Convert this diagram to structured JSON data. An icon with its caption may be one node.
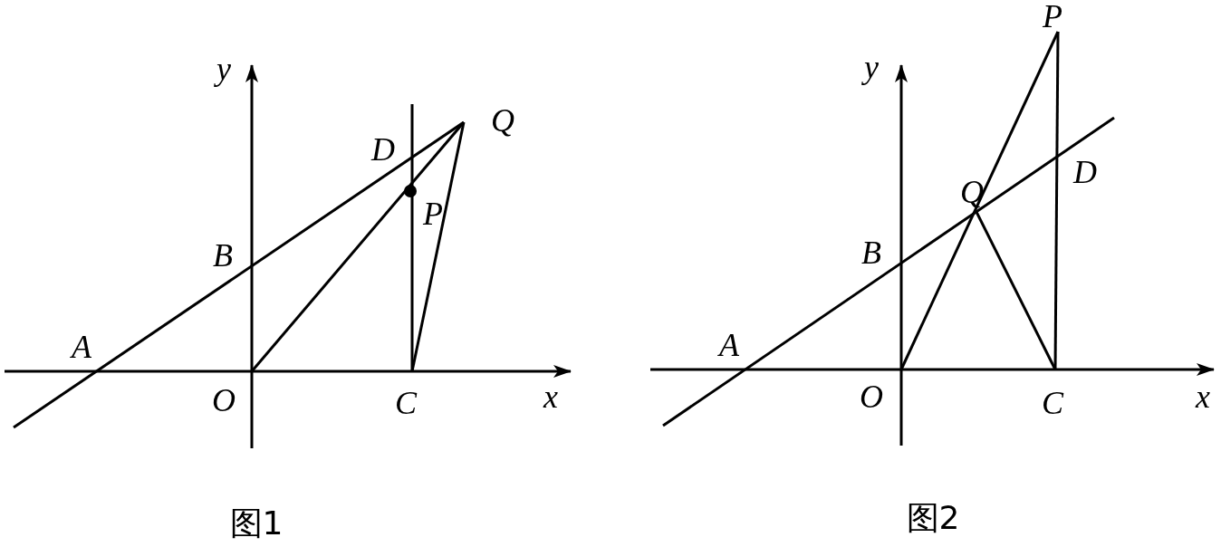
{
  "diagram": {
    "labels": [
      "y",
      "Q",
      "D",
      "P",
      "B",
      "A",
      "O",
      "C",
      "x",
      "图1",
      "P",
      "y",
      "D",
      "Q",
      "B",
      "A",
      "O",
      "C",
      "x",
      "图2"
    ]
  }
}
